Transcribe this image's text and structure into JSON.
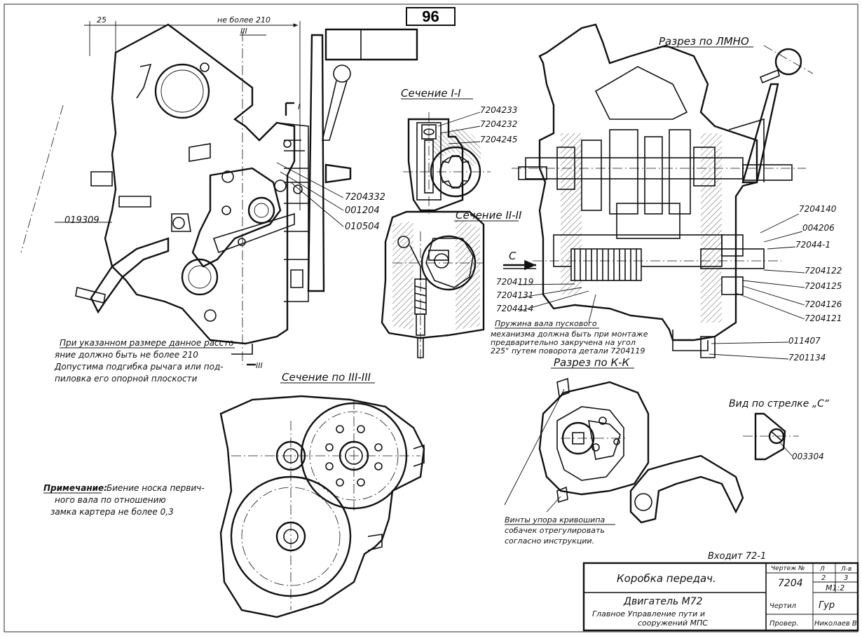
{
  "page_number": "96",
  "dimensions": {
    "d25": "25",
    "d210": "не более 210"
  },
  "section_marks": {
    "iii_top": "III",
    "iii_bottom": "III",
    "i_mark": "I"
  },
  "views": {
    "section_1": "Сечение I-I",
    "section_2": "Сечение II-II",
    "section_3": "Сечение по III-III",
    "cut_lmno": "Разрез по ЛМНО",
    "cut_kk": "Разрез по К-К",
    "view_c": "Вид по стрелке „С“",
    "arrow_c": "С"
  },
  "callouts_left": [
    "7204332",
    "001204",
    "010504",
    "019309"
  ],
  "callouts_section1": [
    "7204233",
    "7204232",
    "7204245"
  ],
  "callouts_section2": [
    "7204119",
    "7204131",
    "7204414"
  ],
  "callouts_right": [
    "7204140",
    "004206",
    "72044-1",
    "7204122",
    "7204125",
    "7204126",
    "7204121",
    "011407",
    "7201134"
  ],
  "callout_view_c": "003304",
  "notes": {
    "gap_note": [
      "При указанном размере данное рассто-",
      "яние должно быть не более 210",
      "Допустима подгибка рычага или под-",
      "пиловка его опорной плоскости"
    ],
    "spring_note": [
      "Пружина вала пускового",
      "механизма должна быть при монтаже",
      "предварительно закручена на угол",
      "225° путем поворота детали 7204119"
    ],
    "primechanie_title": "Примечание:",
    "primechanie_text": [
      "Биение носка первич-",
      "ного вала по отношению",
      "замка картера не более 0,3"
    ],
    "screws_note": [
      "Винты упора кривошипа",
      "собачек отрегулировать",
      "согласно инструкции."
    ]
  },
  "enters": "Входит 72-1",
  "title_block": {
    "title": "Коробка передач.",
    "engine": "Двигатель М72",
    "org": [
      "Главное Управление пути и",
      "сооружений МПС"
    ],
    "drawing_label": "Чертеж №",
    "drawing_number": "7204",
    "sheet_label": "Л",
    "sheets_label": "Л-в",
    "sheet": "2",
    "sheets": "3",
    "scale": "М1:2",
    "drew_label": "Чертил",
    "drew_sig": "Гур",
    "checked_label": "Провер.",
    "checked_sig": "Николаев В."
  }
}
